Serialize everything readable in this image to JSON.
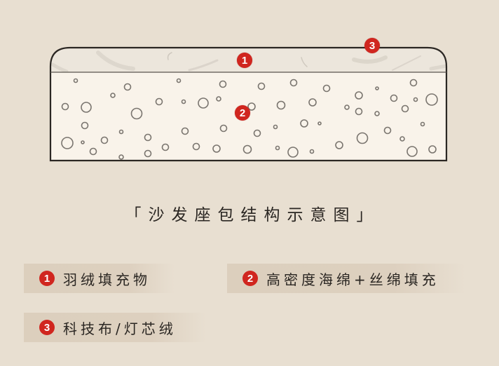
{
  "diagram": {
    "title": "「沙发座包结构示意图」",
    "colors": {
      "background": "#e8dfd1",
      "cushion_fill": "#f9f3ea",
      "top_layer_fill": "#ece6dc",
      "outline": "#2b2723",
      "badge": "#d0261f",
      "bubble_stroke": "#7a756f"
    },
    "markers": [
      {
        "id": "1",
        "label": "1",
        "position": "top-layer-center"
      },
      {
        "id": "2",
        "label": "2",
        "position": "foam-layer-center"
      },
      {
        "id": "3",
        "label": "3",
        "position": "outer-fabric-top"
      }
    ],
    "layers": [
      {
        "id": "1",
        "name": "top-layer",
        "description": "feather filling layer"
      },
      {
        "id": "2",
        "name": "foam-layer",
        "description": "high density foam with bubbles"
      },
      {
        "id": "3",
        "name": "outer-fabric",
        "description": "cover fabric outline"
      }
    ]
  },
  "legend": [
    {
      "number": "1",
      "text": "羽绒填充物"
    },
    {
      "number": "2",
      "text": "高密度海绵+丝绵填充"
    },
    {
      "number": "3",
      "text": "科技布/灯芯绒"
    }
  ]
}
